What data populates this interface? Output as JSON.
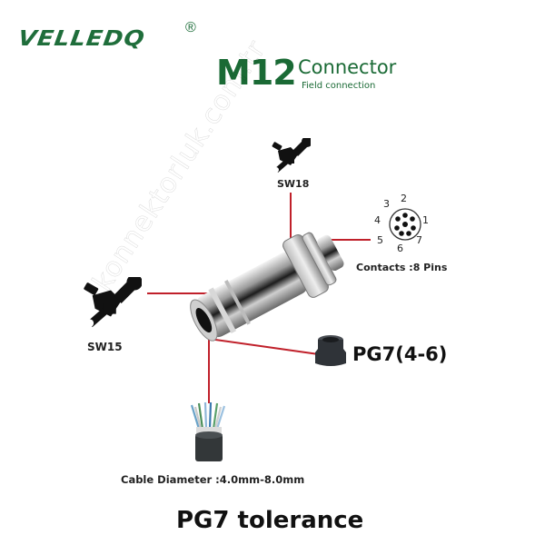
{
  "brand": {
    "logo_text": "VELLEDQ",
    "registered_mark": "®",
    "color": "#1f6e3b"
  },
  "header": {
    "model": "M12",
    "product": "Connector",
    "subtitle": "Field connection",
    "color": "#1a6a35"
  },
  "callouts": {
    "sw18": {
      "label": "SW18",
      "icon": "wrench-hand-icon"
    },
    "sw15": {
      "label": "SW15",
      "icon": "wrench-hand-icon"
    },
    "contacts": {
      "label": "Contacts :8 Pins",
      "pin_numbers": [
        "1",
        "2",
        "3",
        "4",
        "5",
        "6",
        "7"
      ]
    },
    "gland": {
      "label": "PG7(4-6)",
      "icon": "rubber-grommet-icon"
    },
    "cable": {
      "label": "Cable Diameter :4.0mm-8.0mm",
      "icon": "multicore-cable-icon"
    }
  },
  "footer": {
    "title": "PG7 tolerance"
  },
  "watermark": {
    "text": "konnektorluk.com.tr"
  },
  "colors": {
    "leader_line": "#c0202a",
    "text": "#111111",
    "background": "#ffffff"
  }
}
